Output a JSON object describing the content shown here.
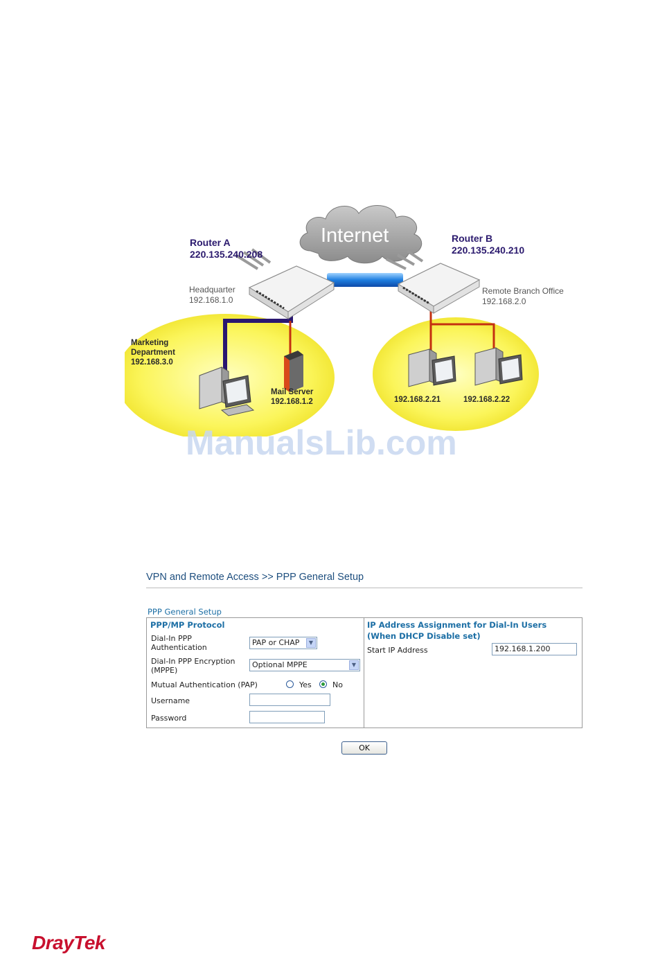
{
  "diagram": {
    "cloud_label": "Internet",
    "router_a": {
      "name": "Router A",
      "ip": "220.135.240.208",
      "site": "Headquarter",
      "subnet": "192.168.1.0"
    },
    "router_b": {
      "name": "Router B",
      "ip": "220.135.240.210",
      "site": "Remote Branch Office",
      "subnet": "192.168.2.0"
    },
    "marketing": {
      "line1": "Marketing",
      "line2": "Department",
      "subnet": "192.168.3.0"
    },
    "mail_server": {
      "name": "Mail Server",
      "ip": "192.168.1.2"
    },
    "host_1": "192.168.2.21",
    "host_2": "192.168.2.22"
  },
  "watermark": "ManualsLib.com",
  "form": {
    "page_heading": "VPN and Remote Access >> PPP General Setup",
    "section_title": "PPP General Setup",
    "left": {
      "heading": "PPP/MP Protocol",
      "auth_label_1": "Dial-In PPP",
      "auth_label_2": "Authentication",
      "auth_value": "PAP or CHAP",
      "enc_label_1": "Dial-In PPP Encryption",
      "enc_label_2": "(MPPE)",
      "enc_value": "Optional MPPE",
      "mutual_label": "Mutual Authentication (PAP)",
      "yes_label": "Yes",
      "no_label": "No",
      "username_label": "Username",
      "username_value": "",
      "password_label": "Password",
      "password_value": ""
    },
    "right": {
      "heading_1": "IP Address Assignment for Dial-In Users",
      "heading_2": "(When DHCP Disable set)",
      "start_ip_label": "Start IP Address",
      "start_ip_value": "192.168.1.200"
    },
    "ok_label": "OK"
  },
  "logo": {
    "part1": "Dray",
    "part2": "Tek"
  },
  "colors": {
    "accent": "#1d6fa5",
    "router_title": "#2b1a6e",
    "logo": "#c8102e"
  }
}
